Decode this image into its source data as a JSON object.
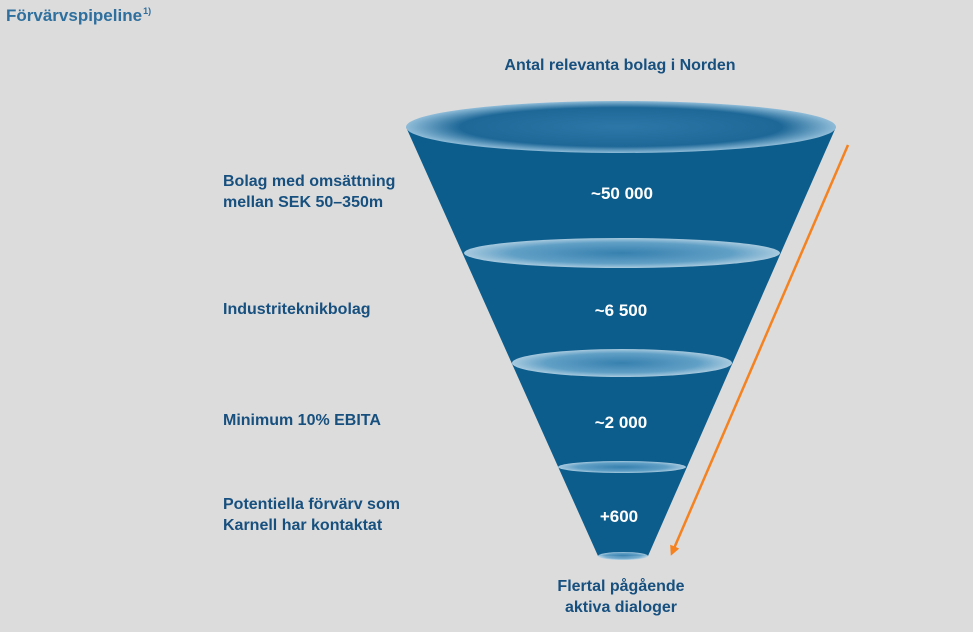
{
  "title": {
    "text": "Förvärvspipeline",
    "footnote": "1)"
  },
  "header": "Antal relevanta bolag i Norden",
  "stages": [
    {
      "label_lines": [
        "Bolag med omsättning",
        "mellan SEK 50–350m"
      ],
      "value": "~50 000"
    },
    {
      "label_lines": [
        "Industriteknikbolag"
      ],
      "value": "~6 500"
    },
    {
      "label_lines": [
        "Minimum 10% EBITA"
      ],
      "value": "~2 000"
    },
    {
      "label_lines": [
        "Potentiella förvärv som",
        "Karnell har kontaktat"
      ],
      "value": "+600"
    }
  ],
  "footer_lines": [
    "Flertal pågående",
    "aktiva dialoger"
  ],
  "colors": {
    "background": "#dcdcdc",
    "funnel": "#0d5d8c",
    "text": "#17507f",
    "arrow": "#f5821f"
  }
}
